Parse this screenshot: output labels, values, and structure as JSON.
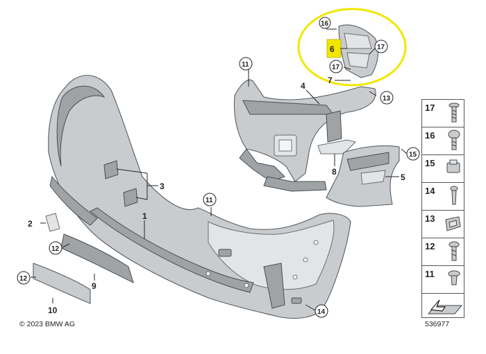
{
  "callouts": {
    "c1": "1",
    "c2": "2",
    "c3": "3",
    "c4": "4",
    "c5": "5",
    "c6": "6",
    "c7": "7",
    "c8": "8",
    "c9": "9",
    "c10": "10",
    "c11a": "11",
    "c11b": "11",
    "c12a": "12",
    "c12b": "12",
    "c13": "13",
    "c14": "14",
    "c15": "15",
    "c16": "16",
    "c17a": "17",
    "c17b": "17"
  },
  "legend": [
    {
      "num": "17",
      "icon": "screw-icon"
    },
    {
      "num": "16",
      "icon": "flat-head-screw-icon"
    },
    {
      "num": "15",
      "icon": "clip-nut-icon"
    },
    {
      "num": "14",
      "icon": "expanding-rivet-icon"
    },
    {
      "num": "13",
      "icon": "spring-clip-icon"
    },
    {
      "num": "12",
      "icon": "bolt-icon"
    },
    {
      "num": "11",
      "icon": "push-rivet-icon"
    }
  ],
  "highlight_color": "#f2e600",
  "copyright": "© 2023 BMW AG",
  "document_number": "536977"
}
